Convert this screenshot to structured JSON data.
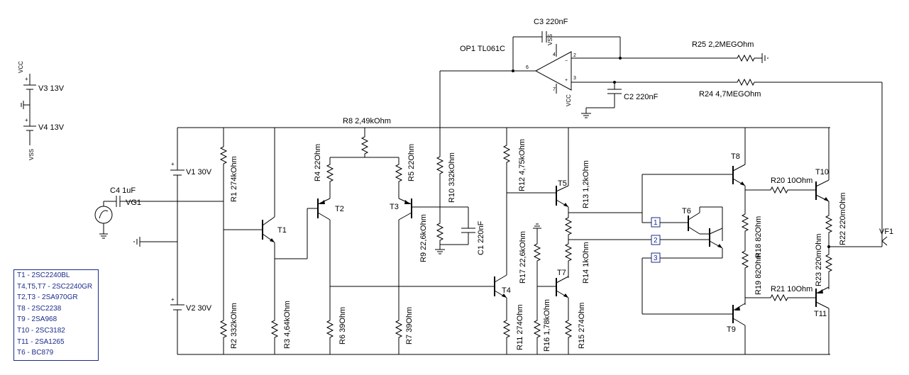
{
  "components": {
    "V3": "V3 13V",
    "V4": "V4 13V",
    "V1": "V1 30V",
    "V2": "V2 30V",
    "VCC_top": "VCC",
    "VSS_left": "VSS",
    "VSS_op": "VSS",
    "VCC_op": "VCC",
    "C4": "C4 1uF",
    "VG1": "VG1",
    "C3": "C3 220nF",
    "OP1": "OP1 TL061C",
    "R25": "R25 2,2MEGOhm",
    "R24": "R24 4,7MEGOhm",
    "C2": "C2 220nF",
    "R8": "R8 2,49kOhm",
    "R1": "R1 274kOhm",
    "R2": "R2 332kOhm",
    "R3": "R3 4,64kOhm",
    "R4": "R4 22Ohm",
    "R5": "R5 22Ohm",
    "R6": "R6 39Ohm",
    "R7": "R7 39Ohm",
    "R9": "R9 22,6kOhm",
    "C1": "C1 220nF",
    "R10": "R10 332kOhm",
    "R11": "R11 274Ohm",
    "R12": "R12 4,75kOhm",
    "R13": "R13 1,2kOhm",
    "R14": "R14 1kOhm",
    "R15": "R15 274Ohm",
    "R16": "R16 1,78kOhm",
    "R17": "R17 22,6kOhm",
    "R18": "R18 82Ohm",
    "R19": "R19 82Ohm",
    "R20": "R20 10Ohm",
    "R21": "R21 10Ohm",
    "R22": "R22 220mOhm",
    "R23": "R23 220mOhm",
    "VF1": "VF1",
    "T1": "T1",
    "T2": "T2",
    "T3": "T3",
    "T4": "T4",
    "T5": "T5",
    "T6": "T6",
    "T7": "T7",
    "T8": "T8",
    "T9": "T9",
    "T10": "T10",
    "T11": "T11",
    "pin1": "1",
    "pin2": "2",
    "pin3": "3",
    "op_pin2": "2",
    "op_pin3": "3",
    "op_pin4": "4",
    "op_pin6": "6",
    "op_pin7": "7"
  },
  "legend": [
    "T1 - 2SC2240BL",
    "T4,T5,T7 - 2SC2240GR",
    "T2,T3 - 2SA970GR",
    "T8 - 2SC2238",
    "T9 - 2SA968",
    "T10 - 2SC3182",
    "T11 - 2SA1265",
    "T6 - BC879"
  ],
  "colors": {
    "wire": "#000000",
    "legend": "#1a2a8a"
  }
}
